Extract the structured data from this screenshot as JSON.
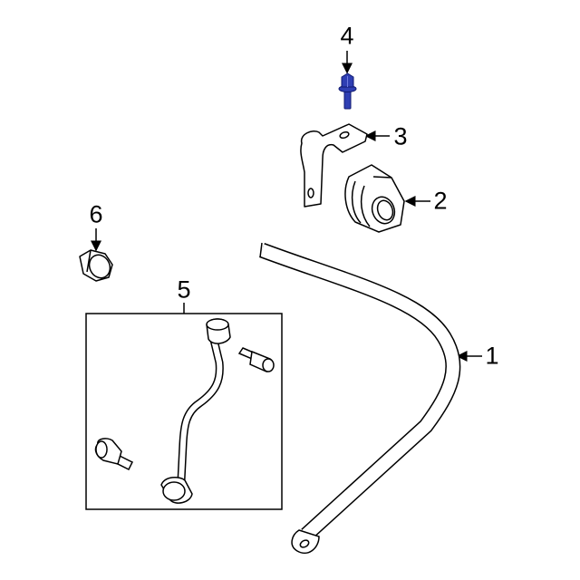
{
  "diagram": {
    "callouts": [
      {
        "number": "1",
        "part": "stabilizer-bar"
      },
      {
        "number": "2",
        "part": "bushing"
      },
      {
        "number": "3",
        "part": "bracket"
      },
      {
        "number": "4",
        "part": "bolt"
      },
      {
        "number": "5",
        "part": "stabilizer-link-kit"
      },
      {
        "number": "6",
        "part": "nut"
      }
    ],
    "highlight_color": "#2f3fb3"
  }
}
